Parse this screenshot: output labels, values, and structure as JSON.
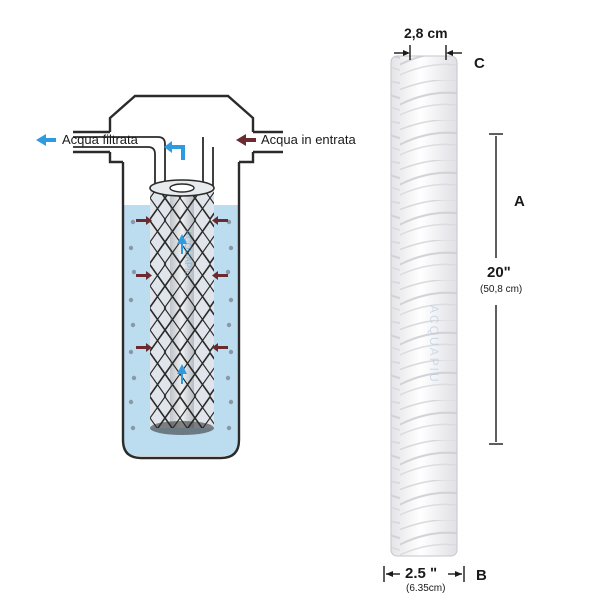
{
  "housing_diagram": {
    "outlet_label": "Acqua filtrata",
    "inlet_label": "Acqua in entrata",
    "colors": {
      "water": "#bcdcf0",
      "outlet_arrow": "#2e9be0",
      "inlet_arrow": "#6a2a30",
      "mesh": "#2a2a2a"
    }
  },
  "cartridge": {
    "top_diameter": "2,8 cm",
    "top_marker": "C",
    "length_marker": "A",
    "length_inches": "20ʺ",
    "length_cm": "(50,8 cm)",
    "base_diameter": "2.5 ʺ",
    "base_diameter_cm": "(6.35cm)",
    "base_marker": "B"
  }
}
